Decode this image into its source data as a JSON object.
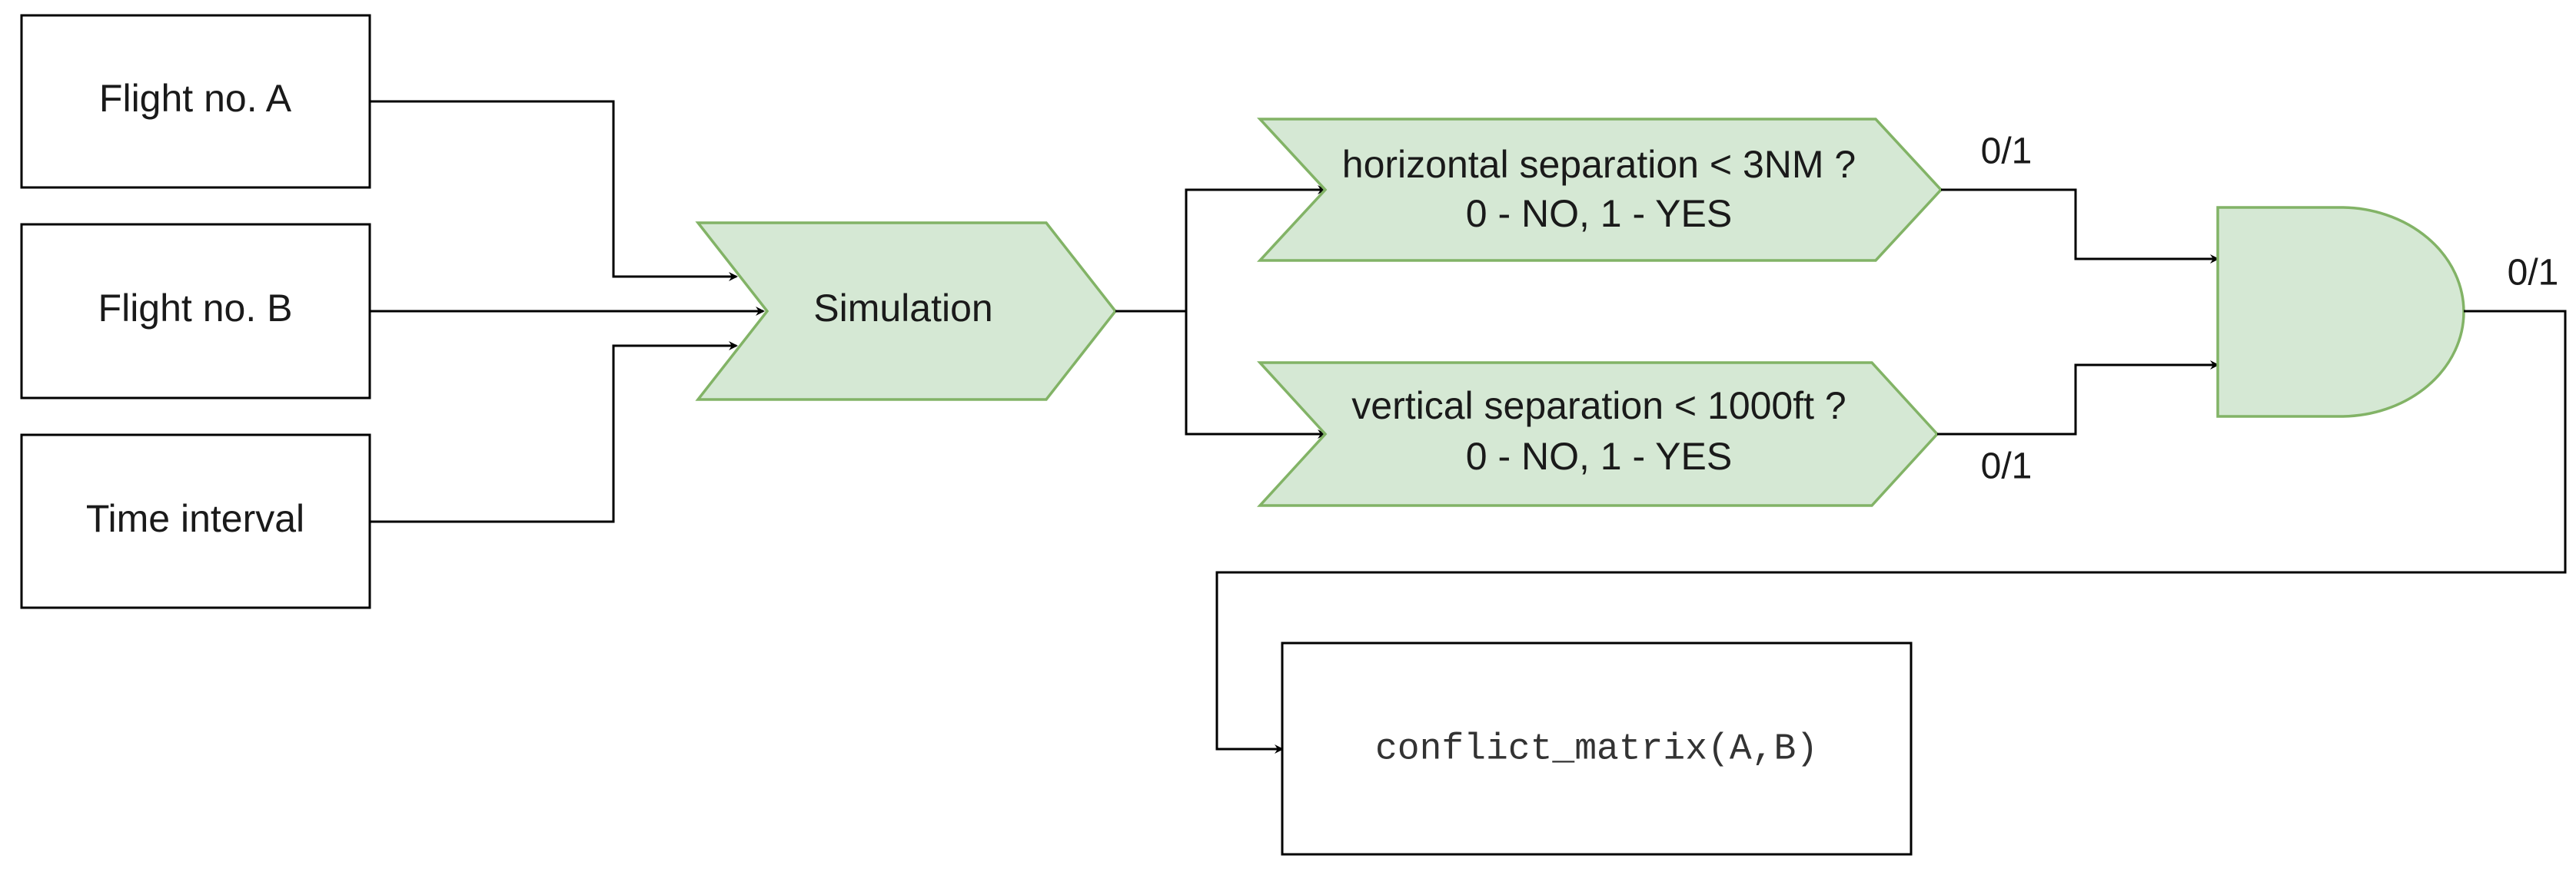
{
  "inputs": {
    "flight_a": "Flight no. A",
    "flight_b": "Flight no. B",
    "time_interval": "Time interval"
  },
  "simulation": {
    "label": "Simulation"
  },
  "checks": {
    "horizontal": {
      "line1": "horizontal separation < 3NM ?",
      "line2": "0 - NO, 1 - YES"
    },
    "vertical": {
      "line1": "vertical separation < 1000ft ?",
      "line2": "0 - NO, 1 - YES"
    }
  },
  "edge_labels": {
    "horizontal_out": "0/1",
    "vertical_out": "0/1",
    "and_out": "0/1"
  },
  "output": {
    "label": "conflict_matrix(A,B)"
  },
  "colors": {
    "green_fill": "#d5e8d4",
    "green_stroke": "#82b366"
  }
}
